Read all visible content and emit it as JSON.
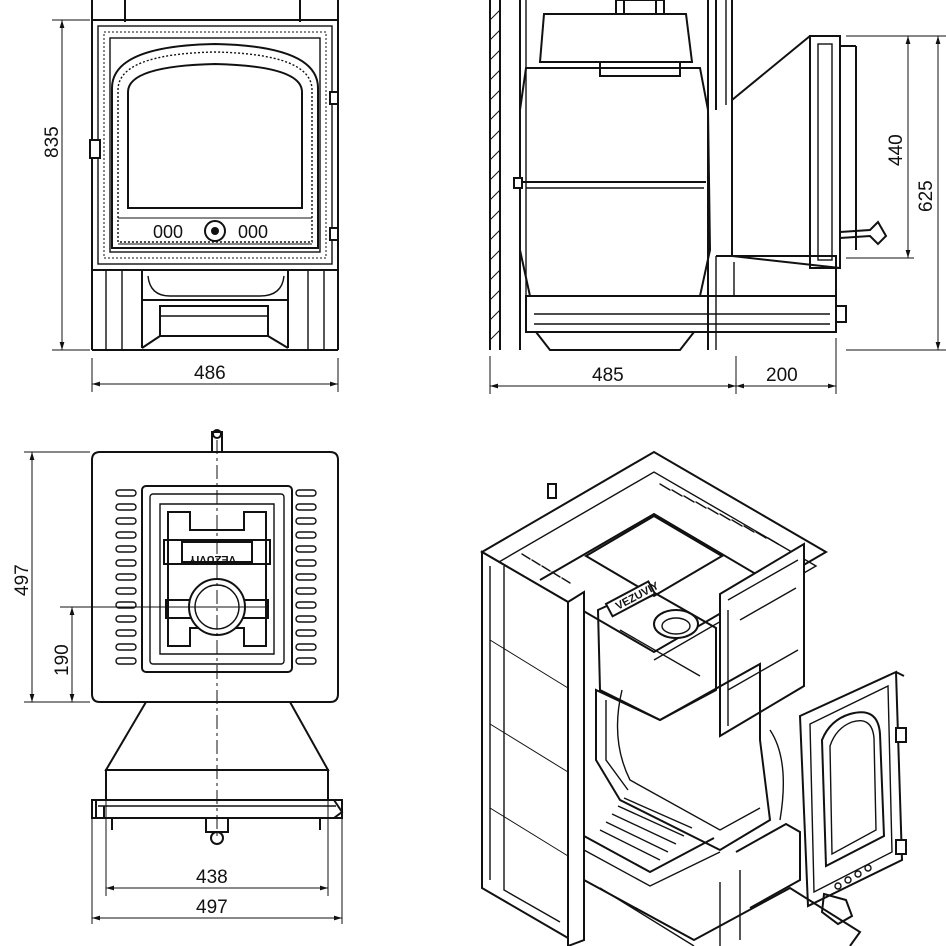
{
  "front_view": {
    "width_label": "486",
    "height_label": "835",
    "vents_left": "000",
    "vents_right": "000"
  },
  "side_view": {
    "depth_label": "485",
    "tank_depth_label": "200",
    "door_height_label": "440",
    "total_height_label": "625"
  },
  "top_view": {
    "depth_label": "497",
    "offset_label": "190",
    "inner_width_label": "438",
    "outer_width_label": "497",
    "brand_text": "VEZUVIY"
  },
  "iso_view": {
    "brand_text": "VEZUVIY"
  },
  "colors": {
    "line": "#111111",
    "background": "#ffffff"
  }
}
